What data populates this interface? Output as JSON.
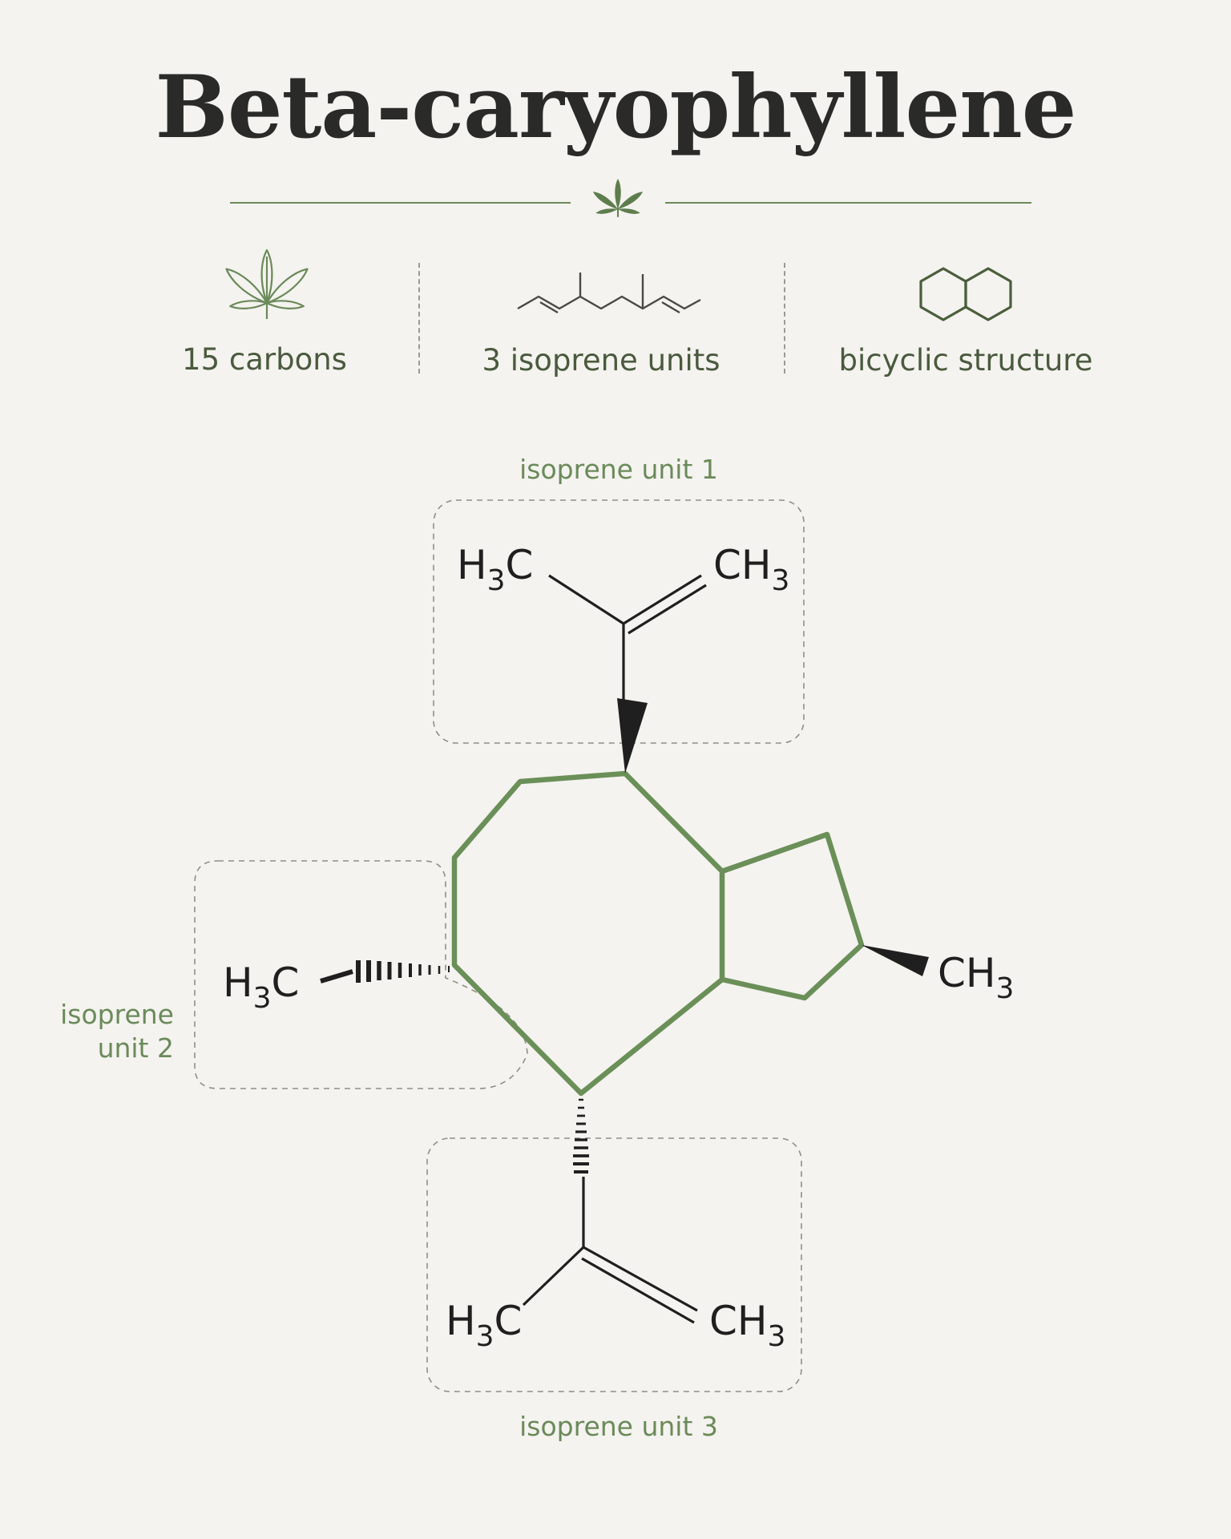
{
  "title": "Beta-caryophyllene",
  "facts": [
    {
      "icon": "cannabis-leaf-icon",
      "label": "15 carbons"
    },
    {
      "icon": "isoprene-chain-icon",
      "label": "3 isoprene units"
    },
    {
      "icon": "bicyclic-rings-icon",
      "label": "bicyclic structure"
    }
  ],
  "units": {
    "unit1": "isoprene unit 1",
    "unit2_line1": "isoprene",
    "unit2_line2": "unit 2",
    "unit3": "isoprene unit 3"
  },
  "atoms": {
    "h_prefix": "H",
    "carbon": "C",
    "subscript": "3"
  },
  "colors": {
    "accent_green": "#6b8a5a",
    "ring_green": "#6b8f58",
    "text_dark": "#2a2a28",
    "background": "#f4f3ef"
  }
}
